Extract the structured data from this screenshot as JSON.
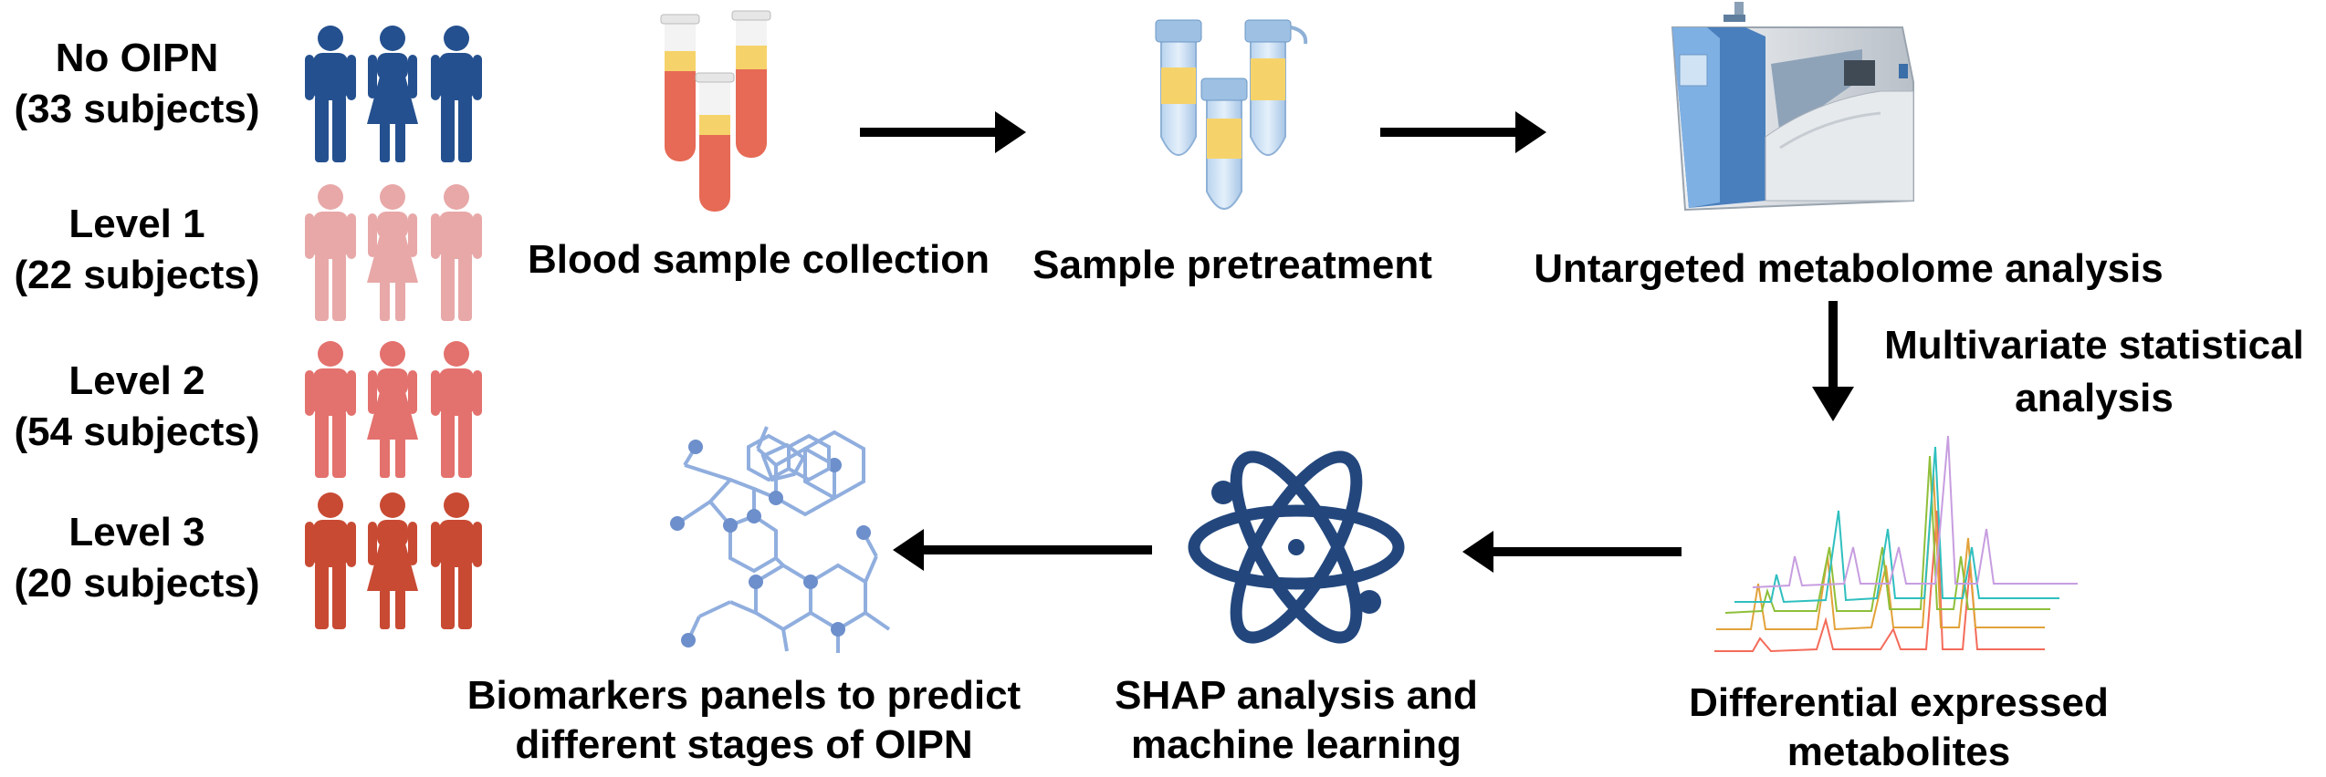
{
  "groups": [
    {
      "label": "No OIPN",
      "count": "(33 subjects)",
      "color": "#24508f"
    },
    {
      "label": "Level 1",
      "count": "(22 subjects)",
      "color": "#e8a8a8"
    },
    {
      "label": "Level 2",
      "count": "(54 subjects)",
      "color": "#e3716d"
    },
    {
      "label": "Level 3",
      "count": "(20 subjects)",
      "color": "#c84a33"
    }
  ],
  "steps": {
    "blood": "Blood sample collection",
    "pretreatment": "Sample pretreatment",
    "untargeted": "Untargeted metabolome analysis",
    "multivariate_1": "Multivariate statistical",
    "multivariate_2": "analysis",
    "differential_1": "Differential expressed",
    "differential_2": "metabolites",
    "shap_1": "SHAP analysis and",
    "shap_2": "machine learning",
    "biomarkers_1": "Biomarkers panels to predict",
    "biomarkers_2": "different stages of OIPN"
  },
  "icons": [
    "people-group-icon",
    "blood-tube-icon",
    "centrifuge-tube-icon",
    "mass-spectrometer-icon",
    "chromatogram-icon",
    "atom-icon",
    "molecule-structure-icon",
    "arrow-icon"
  ]
}
